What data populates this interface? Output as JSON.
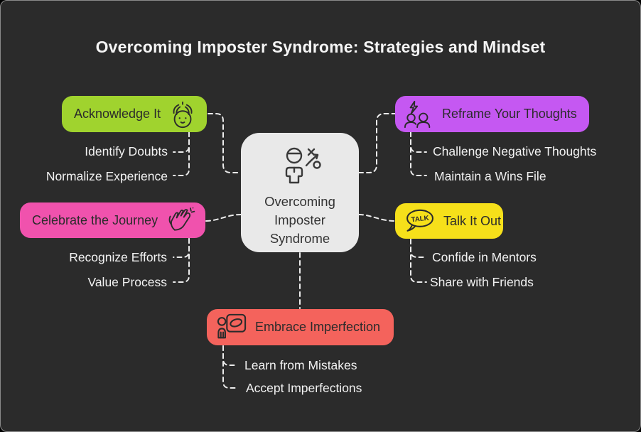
{
  "title": "Overcoming Imposter Syndrome: Strategies and Mindset",
  "colors": {
    "background": "#2b2b2b",
    "connector": "#ececec",
    "pill_text": "#2b2b2b",
    "label_text": "#f2f2f2"
  },
  "center": {
    "bg": "#e9e9e9",
    "icon": "strategy-person-icon",
    "lines": [
      "Overcoming",
      "Imposter",
      "Syndrome"
    ]
  },
  "branches": {
    "acknowledge": {
      "label": "Acknowledge It",
      "color": "#a0d32e",
      "icon": "flustered-face-icon",
      "children": [
        "Identify Doubts",
        "Normalize Experience"
      ]
    },
    "celebrate": {
      "label": "Celebrate the Journey",
      "color": "#f052ad",
      "icon": "clapping-hands-icon",
      "children": [
        "Recognize Efforts",
        "Value Process"
      ]
    },
    "reframe": {
      "label": "Reframe Your Thoughts",
      "color": "#c558f2",
      "icon": "people-lightning-icon",
      "children": [
        "Challenge Negative Thoughts",
        "Maintain a Wins File"
      ]
    },
    "talk": {
      "label": "Talk It Out",
      "color": "#f6e01a",
      "icon": "talk-bubble-icon",
      "icon_text": "TALK",
      "children": [
        "Confide in Mentors",
        "Share with Friends"
      ]
    },
    "embrace": {
      "label": "Embrace Imperfection",
      "color": "#f4635c",
      "icon": "presenter-icon",
      "children": [
        "Learn from Mistakes",
        "Accept Imperfections"
      ]
    }
  }
}
